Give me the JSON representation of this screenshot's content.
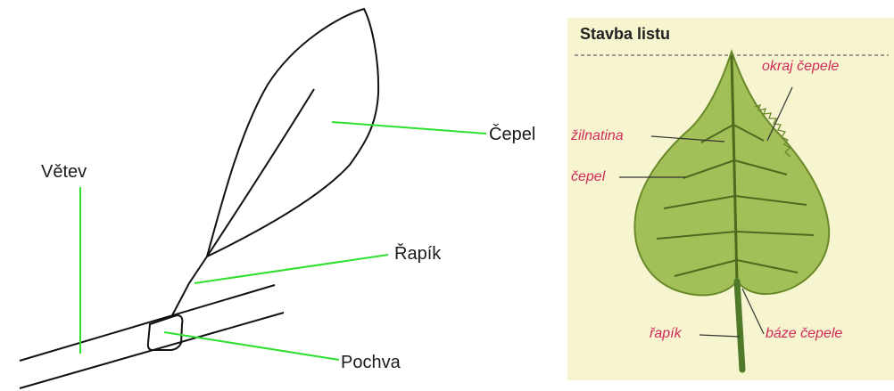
{
  "left_diagram": {
    "labels": {
      "branch": "Větev",
      "blade": "Čepel",
      "petiole": "Řapík",
      "sheath": "Pochva"
    }
  },
  "right_diagram": {
    "title": "Stavba listu",
    "labels": {
      "margin": "okraj čepele",
      "venation": "žilnatina",
      "blade": "čepel",
      "petiole": "řapík",
      "base": "báze čepele"
    }
  },
  "colors": {
    "pointer_left": "#2ee02e",
    "label_right": "#d02a5a",
    "leaf_fill": "#a3bf57",
    "panel_bg": "#f7f5cf"
  }
}
